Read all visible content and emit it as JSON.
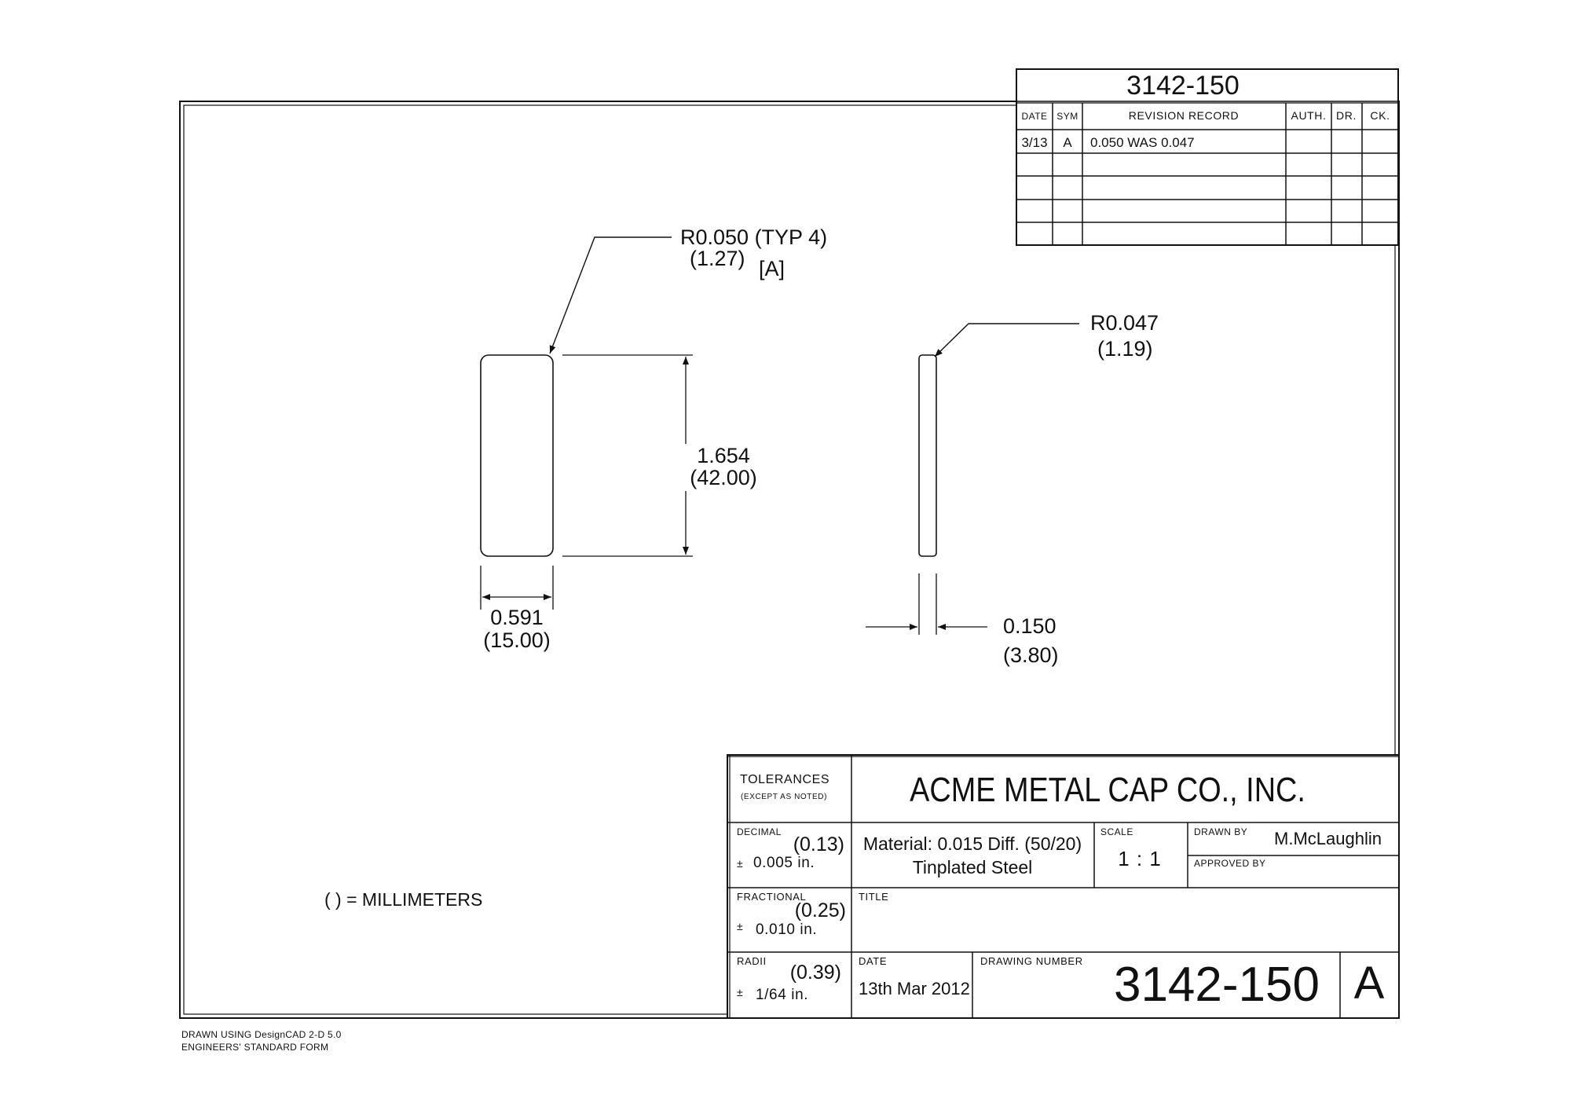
{
  "revision_block": {
    "drawing_no": "3142-150",
    "headers": {
      "date": "DATE",
      "sym": "SYM",
      "record": "REVISION RECORD",
      "auth": "AUTH.",
      "dr": "DR.",
      "ck": "CK."
    },
    "rows": [
      {
        "date": "3/13",
        "sym": "A",
        "record": "0.050 WAS 0.047",
        "auth": "",
        "dr": "",
        "ck": ""
      }
    ]
  },
  "views": {
    "front": {
      "radius_in": "R0.050 (TYP 4)",
      "radius_mm": "(1.27)",
      "radius_rev": "[A]",
      "height_in": "1.654",
      "height_mm": "(42.00)",
      "width_in": "0.591",
      "width_mm": "(15.00)"
    },
    "side": {
      "radius_in": "R0.047",
      "radius_mm": "(1.19)",
      "thickness_in": "0.150",
      "thickness_mm": "(3.80)"
    }
  },
  "units_note": "( ) = MILLIMETERS",
  "title_block": {
    "tolerances": "TOLERANCES",
    "except_noted": "(EXCEPT AS NOTED)",
    "company": "ACME METAL CAP CO., INC.",
    "decimal_label": "DECIMAL",
    "decimal_mm": "(0.13)",
    "decimal_pm": "±",
    "decimal_in": "0.005 in.",
    "fractional_label": "FRACTIONAL",
    "fractional_mm": "(0.25)",
    "fractional_pm": "±",
    "fractional_in": "0.010 in.",
    "radii_label": "RADII",
    "radii_mm": "(0.39)",
    "radii_pm": "±",
    "radii_in": "1/64 in.",
    "material_line1": "Material: 0.015 Diff. (50/20)",
    "material_line2": "Tinplated Steel",
    "scale_label": "SCALE",
    "scale_value": "1 : 1",
    "drawn_by_label": "DRAWN BY",
    "drawn_by": "M.McLaughlin",
    "approved_by_label": "APPROVED BY",
    "title_label": "TITLE",
    "date_label": "DATE",
    "date": "13th Mar 2012",
    "drawing_number_label": "DRAWING NUMBER",
    "drawing_number": "3142-150",
    "revision_letter": "A"
  },
  "footer": {
    "line1": "DRAWN USING DesignCAD 2-D 5.0",
    "line2": "ENGINEERS' STANDARD FORM"
  }
}
